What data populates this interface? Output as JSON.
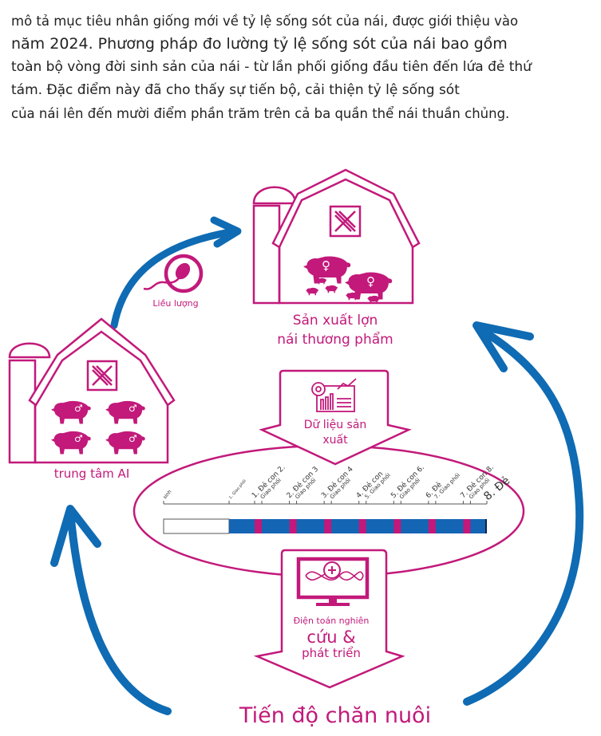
{
  "intro_text": {
    "lines": [
      "mô tả mục tiêu nhân giống mới về tỷ lệ sống sót của nái, được giới thiệu vào",
      "năm 2024. Phương pháp đo lường tỷ lệ sống sót của nái bao gồm",
      "toàn bộ vòng đời sinh sản của nái - từ lần phối giống đầu tiên đến lứa đẻ thứ",
      "tám. Đặc điểm này đã cho thấy sự tiến bộ, cải thiện tỷ lệ sống sót",
      "của nái lên đến mười điểm phần trăm trên cả ba quần thể nái thuần chủng."
    ]
  },
  "colors": {
    "magenta": "#c2197a",
    "blue": "#0f6bb3",
    "timeline_blue": "#1565b5",
    "dark_text": "#222222"
  },
  "diagram": {
    "ai_center": {
      "label": "trung tâm AI",
      "animals": [
        {
          "sex_symbol": "♂"
        },
        {
          "sex_symbol": "♂"
        },
        {
          "sex_symbol": "♂"
        },
        {
          "sex_symbol": "♂"
        }
      ]
    },
    "dose": {
      "label": "Liều lượng"
    },
    "commercial_farm": {
      "label_line1": "Sản xuất lợn",
      "label_line2": "nái thương phẩm",
      "sow_symbol": "♀"
    },
    "production_data": {
      "label_line1": "Dữ liệu sản",
      "label_line2": "xuất"
    },
    "research": {
      "label_line1": "Điện toán nghiên",
      "label_line2": "cứu &",
      "label_line3": "phát triển"
    },
    "breeding_progress": {
      "label": "Tiến độ chăn nuôi"
    },
    "timeline": {
      "start_label": "sinh",
      "first_mating_label": "1. Giao phối",
      "events": [
        {
          "parity_label": "1. Đẻ con 2.",
          "mating_label": "Giao phối"
        },
        {
          "parity_label": "2. Đẻ con 3",
          "mating_label": "Giao phối"
        },
        {
          "parity_label": "3. Đẻ con 4",
          "mating_label": "Giao phối"
        },
        {
          "parity_label": "4. Đẻ con",
          "mating_label": "5. Giao phối"
        },
        {
          "parity_label": "5. Đẻ con 6.",
          "mating_label": "Giao phối"
        },
        {
          "parity_label": "6. Đẻ",
          "mating_label": "7. Giao phối"
        },
        {
          "parity_label": "7. Đẻ con 8.",
          "mating_label": "Giao phối"
        }
      ],
      "end_label": "8. Đẻ"
    }
  }
}
